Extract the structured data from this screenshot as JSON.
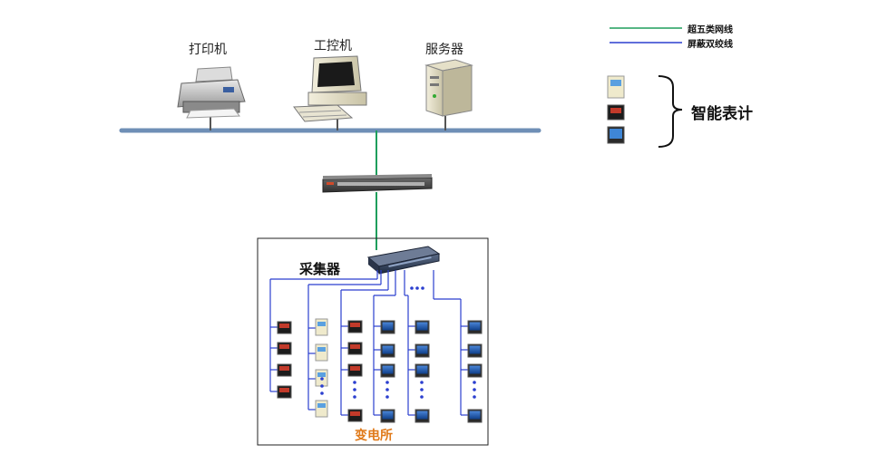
{
  "devices": {
    "printer": "打印机",
    "workstation": "工控机",
    "server": "服务器"
  },
  "legend": {
    "cat5e": "超五类网线",
    "shielded": "屏蔽双绞线",
    "cat5e_color": "#1f9e5c",
    "shielded_color": "#2b3fcf"
  },
  "meters": {
    "label": "智能表计"
  },
  "substation": {
    "collector": "采集器",
    "name": "变电所",
    "name_color": "#e07a1a"
  },
  "colors": {
    "backbone": "#6f8fb6",
    "bus_line": "#2b3fcf",
    "network_line": "#1f9e5c"
  }
}
